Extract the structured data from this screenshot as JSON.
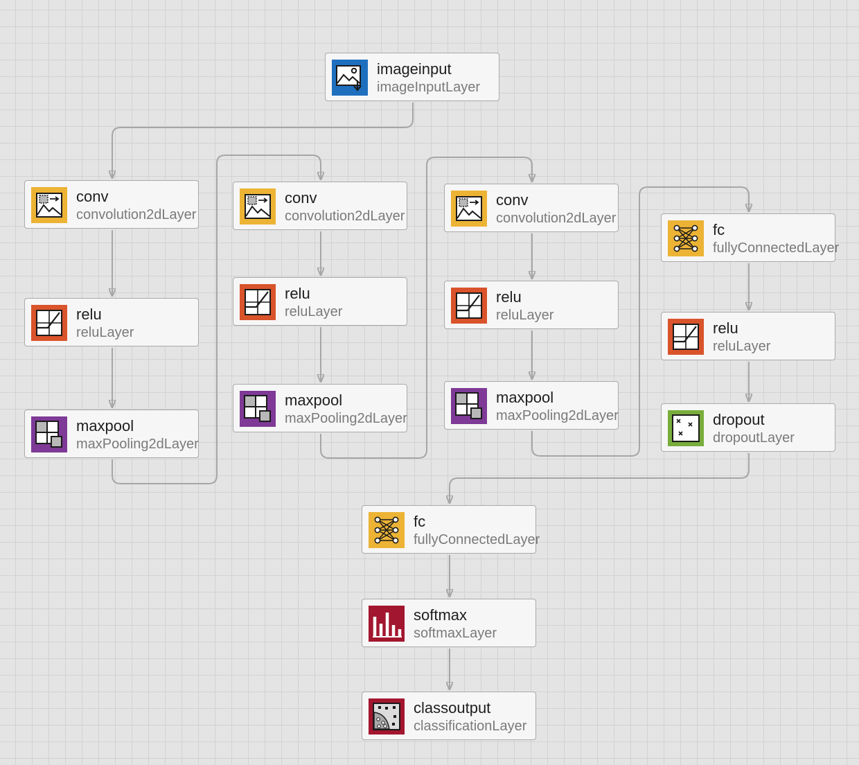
{
  "colors": {
    "input": "#1f6fbf",
    "conv": "#ecb335",
    "relu": "#d9532b",
    "pool": "#7e3a96",
    "fc": "#ecb335",
    "dropout": "#78ad3c",
    "softmax": "#a3162f",
    "output": "#a3162f",
    "edge": "#a6a6a6"
  },
  "layers": [
    {
      "id": "imageinput",
      "name": "imageinput",
      "type": "imageInputLayer",
      "icon": "image-input-icon"
    },
    {
      "id": "conv_1",
      "name": "conv",
      "type": "convolution2dLayer",
      "icon": "convolution-icon"
    },
    {
      "id": "relu_1",
      "name": "relu",
      "type": "reluLayer",
      "icon": "relu-icon"
    },
    {
      "id": "maxpool_1",
      "name": "maxpool",
      "type": "maxPooling2dLayer",
      "icon": "max-pooling-icon"
    },
    {
      "id": "conv_2",
      "name": "conv",
      "type": "convolution2dLayer",
      "icon": "convolution-icon"
    },
    {
      "id": "relu_2",
      "name": "relu",
      "type": "reluLayer",
      "icon": "relu-icon"
    },
    {
      "id": "maxpool_2",
      "name": "maxpool",
      "type": "maxPooling2dLayer",
      "icon": "max-pooling-icon"
    },
    {
      "id": "conv_3",
      "name": "conv",
      "type": "convolution2dLayer",
      "icon": "convolution-icon"
    },
    {
      "id": "relu_3",
      "name": "relu",
      "type": "reluLayer",
      "icon": "relu-icon"
    },
    {
      "id": "maxpool_3",
      "name": "maxpool",
      "type": "maxPooling2dLayer",
      "icon": "max-pooling-icon"
    },
    {
      "id": "fc_1",
      "name": "fc",
      "type": "fullyConnectedLayer",
      "icon": "fully-connected-icon"
    },
    {
      "id": "relu_4",
      "name": "relu",
      "type": "reluLayer",
      "icon": "relu-icon"
    },
    {
      "id": "dropout",
      "name": "dropout",
      "type": "dropoutLayer",
      "icon": "dropout-icon"
    },
    {
      "id": "fc_2",
      "name": "fc",
      "type": "fullyConnectedLayer",
      "icon": "fully-connected-icon"
    },
    {
      "id": "softmax",
      "name": "softmax",
      "type": "softmaxLayer",
      "icon": "softmax-icon"
    },
    {
      "id": "classoutput",
      "name": "classoutput",
      "type": "classificationLayer",
      "icon": "classification-output-icon"
    }
  ],
  "connections": [
    [
      "imageinput",
      "conv_1"
    ],
    [
      "conv_1",
      "relu_1"
    ],
    [
      "relu_1",
      "maxpool_1"
    ],
    [
      "maxpool_1",
      "conv_2"
    ],
    [
      "conv_2",
      "relu_2"
    ],
    [
      "relu_2",
      "maxpool_2"
    ],
    [
      "maxpool_2",
      "conv_3"
    ],
    [
      "conv_3",
      "relu_3"
    ],
    [
      "relu_3",
      "maxpool_3"
    ],
    [
      "maxpool_3",
      "fc_1"
    ],
    [
      "fc_1",
      "relu_4"
    ],
    [
      "relu_4",
      "dropout"
    ],
    [
      "dropout",
      "fc_2"
    ],
    [
      "fc_2",
      "softmax"
    ],
    [
      "softmax",
      "classoutput"
    ]
  ]
}
